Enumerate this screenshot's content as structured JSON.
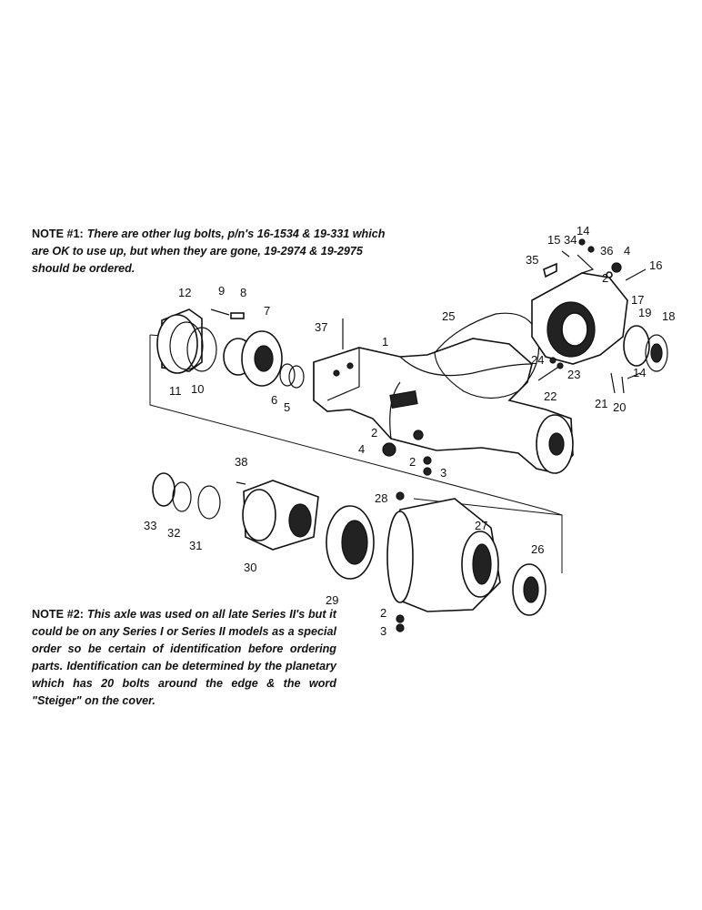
{
  "note1": {
    "lead": "NOTE #1:",
    "text": "There are other lug bolts, p/n's 16-1534 & 19-331 which are OK to use up, but when they are gone, 19-2974 & 19-2975 should be ordered."
  },
  "note2": {
    "lead": "NOTE #2:",
    "text": "This axle was used on all late Series II's but it could be on any Series I or Series II models as a special order so be certain of identification before ordering parts. Identification can be determined by the planetary which has 20 bolts around the edge & the word \"Steiger\" on the cover."
  },
  "callouts": {
    "c1": "1",
    "c2a": "2",
    "c2b": "2",
    "c2c": "2",
    "c2d": "2",
    "c3a": "3",
    "c3b": "3",
    "c4a": "4",
    "c4b": "4",
    "c5": "5",
    "c6": "6",
    "c7": "7",
    "c8": "8",
    "c9": "9",
    "c10": "10",
    "c11": "11",
    "c12": "12",
    "c14a": "14",
    "c14b": "14",
    "c15": "15",
    "c16": "16",
    "c17": "17",
    "c18": "18",
    "c19": "19",
    "c20": "20",
    "c21": "21",
    "c22": "22",
    "c23": "23",
    "c24": "24",
    "c25": "25",
    "c26": "26",
    "c27": "27",
    "c28": "28",
    "c29": "29",
    "c30": "30",
    "c31": "31",
    "c32": "32",
    "c33": "33",
    "c34": "34",
    "c35": "35",
    "c36": "36",
    "c37": "37",
    "c38": "38"
  }
}
